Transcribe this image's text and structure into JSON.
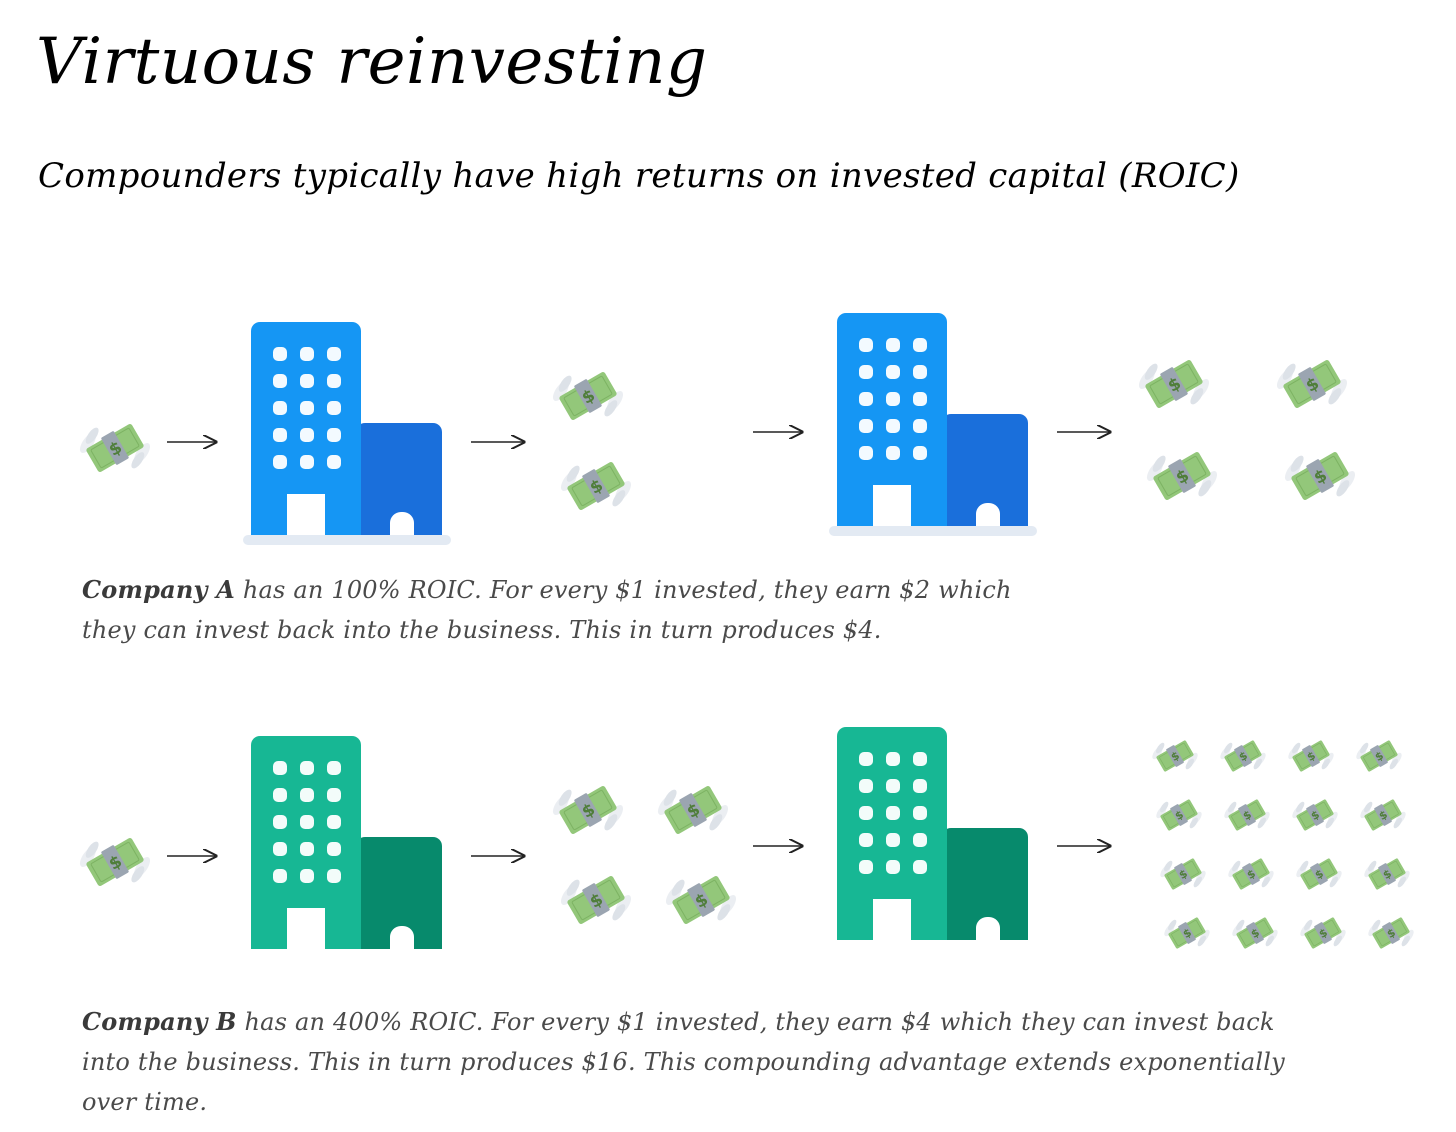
{
  "title": "Virtuous reinvesting",
  "subtitle": "Compounders typically have high returns on invested capital (ROIC)",
  "colors": {
    "company_a_building_main": "#1596F4",
    "company_a_building_annex": "#1A6FDB",
    "company_b_building_main": "#17B794",
    "company_b_building_annex": "#078A6C",
    "building_base": "#E3EAF3",
    "cash_green": "#93C77A",
    "cash_band": "#9BA5B1",
    "wing": "#EBEEF2"
  },
  "icons": [
    "money-with-wings-icon",
    "right-arrow-icon",
    "office-building-icon"
  ],
  "companies": [
    {
      "id": "company-a",
      "name": "Company A",
      "roic_percent": 100,
      "invested": 1,
      "first_return": 2,
      "second_return": 4,
      "caption_rest": " has an 100% ROIC. For every $1 invested, they earn $2 which they can invest back into the business. This in turn produces $4."
    },
    {
      "id": "company-b",
      "name": "Company B",
      "roic_percent": 400,
      "invested": 1,
      "first_return": 4,
      "second_return": 16,
      "caption_rest": " has an 400% ROIC. For every $1 invested, they earn $4 which they can invest back into the business. This in turn produces $16. This compounding advantage extends exponentially over time."
    }
  ]
}
